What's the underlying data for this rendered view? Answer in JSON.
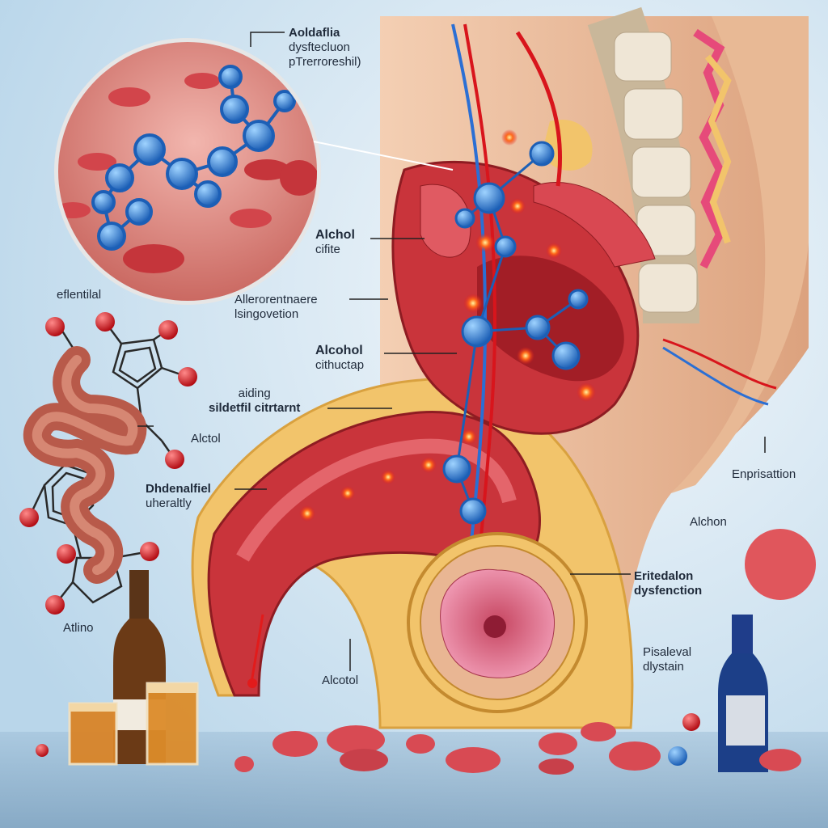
{
  "labels": {
    "inset_callout": {
      "line1": "Aoldaflia",
      "line2": "dysftecluon",
      "line3": "pTrerroreshil)"
    },
    "alcohol_citrate": {
      "line1": "Alchol",
      "line2": "cifite"
    },
    "alterorentaere": {
      "line1": "Allerorentnaere",
      "line2": "lsingovetion"
    },
    "alcohol_cithactap": {
      "line1": "Alcohol",
      "line2": "cithuctap"
    },
    "sildenafil": {
      "line1": "aiding",
      "line2": "sildetfil citrtarnt"
    },
    "efiential": {
      "line1": "eflentilal"
    },
    "alctol": {
      "line1": "Alctol"
    },
    "dhdenalfiel": {
      "line1": "Dhdenalfiel",
      "line2": "uheraltly"
    },
    "atino": {
      "line1": "Atlino"
    },
    "enprisation": {
      "line1": "Enprisattion"
    },
    "alchon": {
      "line1": "Alchon"
    },
    "erectile": {
      "line1": "Eritedalon",
      "line2": "dysfenction"
    },
    "alcotol": {
      "line1": "Alcotol"
    },
    "prealeval": {
      "line1": "Pisaleval",
      "line2": "dlystain"
    }
  },
  "colors": {
    "background": "#d4e6f1",
    "tissue": "#c9343b",
    "fat": "#f2c46b",
    "molecule_blue": "#2b7fd4",
    "molecule_red": "#d8151c",
    "skin": "#e9b693",
    "pill": "#e0565c"
  },
  "icons": [
    "molecule-icon",
    "pill-icon",
    "bottle-icon",
    "glass-icon",
    "intestine-icon"
  ]
}
